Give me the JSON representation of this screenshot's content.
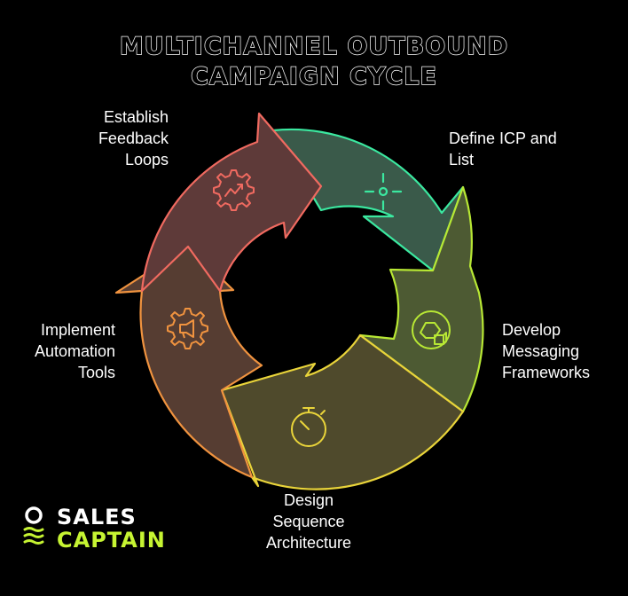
{
  "title": {
    "line1": "MULTICHANNEL OUTBOUND",
    "line2": "CAMPAIGN CYCLE"
  },
  "steps": [
    {
      "lines": [
        "Define ICP and",
        "List"
      ],
      "icon": "crosshair-icon",
      "color": "#3be8a0"
    },
    {
      "lines": [
        "Develop",
        "Messaging",
        "Frameworks"
      ],
      "icon": "message-cube-icon",
      "color": "#b8e834"
    },
    {
      "lines": [
        "Design",
        "Sequence",
        "Architecture"
      ],
      "icon": "stopwatch-icon",
      "color": "#e9d43a"
    },
    {
      "lines": [
        "Implement",
        "Automation",
        "Tools"
      ],
      "icon": "gear-megaphone-icon",
      "color": "#f0933f"
    },
    {
      "lines": [
        "Establish",
        "Feedback",
        "Loops"
      ],
      "icon": "gear-chart-icon",
      "color": "#f06a60"
    }
  ],
  "logo": {
    "line1": "SALES",
    "line2": "CAPTAIN",
    "accent": "#c6f432",
    "icon": "captain-logo-icon"
  }
}
